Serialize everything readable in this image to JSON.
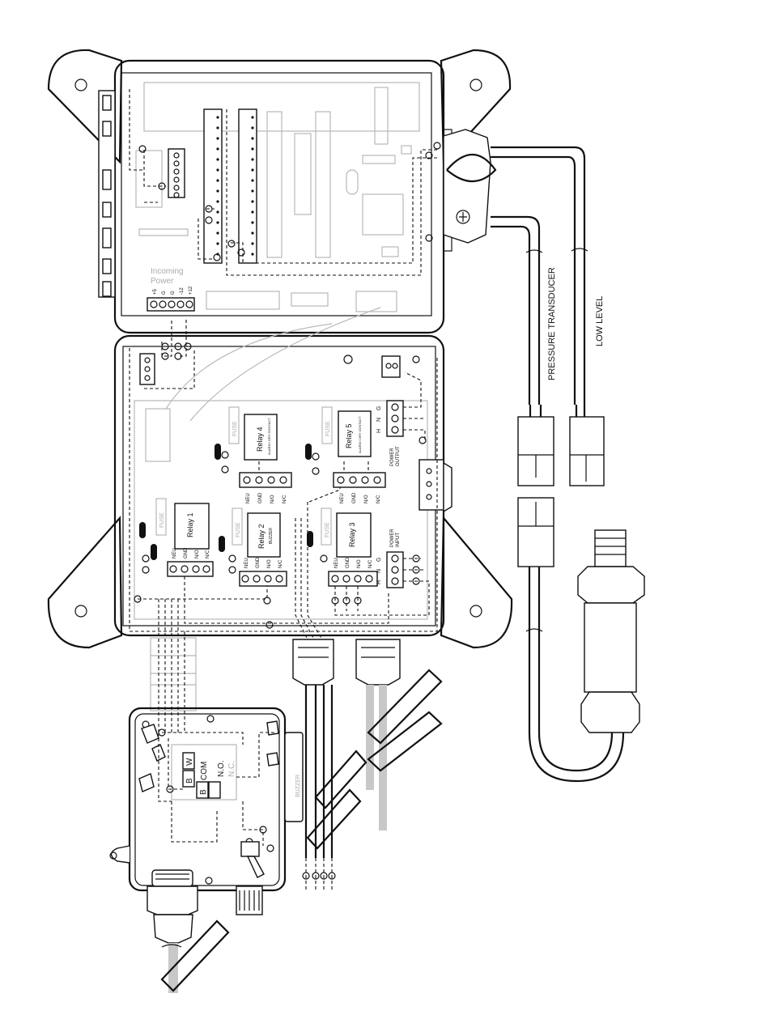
{
  "labels": {
    "incoming_power": [
      "Incoming",
      "Power"
    ],
    "incoming_power_pins": [
      "+5",
      "G",
      "G",
      "-12",
      "+12"
    ],
    "pressure_transducer": "PRESSURE TRANSDUCER",
    "low_level": "LOW LEVEL",
    "fuse": "FUSE",
    "relays": {
      "relay1": {
        "name": "Relay 1"
      },
      "relay2": {
        "name": "Relay 2",
        "sub": "BUZZER"
      },
      "relay3": {
        "name": "Relay 3"
      },
      "relay4": {
        "name": "Relay 4",
        "sub": "ALARM / DRY CONTACT"
      },
      "relay5": {
        "name": "Relay 5",
        "sub": "ALARM / DRY CONTACT"
      }
    },
    "relay_terminals": [
      "NEU",
      "GND",
      "N/O",
      "N/C"
    ],
    "power_output": [
      "POWER",
      "OUTPUT"
    ],
    "power_input": [
      "POWER",
      "INPUT"
    ],
    "hng": [
      "H",
      "N",
      "G"
    ],
    "junction_box": {
      "w": "W",
      "b1": "B",
      "b2": "B",
      "com": "COM",
      "no": "N.O.",
      "nc": "N.C."
    },
    "buzzer": "BUZZER"
  },
  "colors": {
    "line": "#111111",
    "faint": "#b8b8b8",
    "cable_gray": "#c8c8c8",
    "background": "#ffffff"
  }
}
